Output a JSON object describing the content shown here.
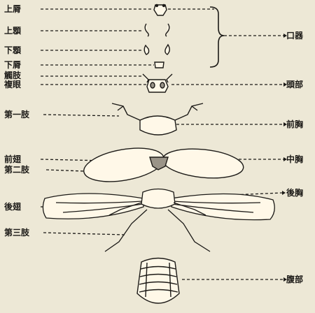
{
  "labels_left": {
    "upper_lip": "上脣",
    "upper_jaw": "上顋",
    "lower_jaw": "下顋",
    "lower_lip": "下脣",
    "antenna": "觸肢",
    "compound_eye": "複眼",
    "first_leg": "第一肢",
    "forewing": "前翅",
    "second_leg": "第二肢",
    "hindwing": "後翅",
    "third_leg": "第三肢"
  },
  "labels_right": {
    "mouthparts": "口器",
    "head": "頭部",
    "prothorax": "前胸",
    "mesothorax": "中胸",
    "metathorax": "後胸",
    "abdomen": "腹部"
  },
  "colors": {
    "background": "#ede8d6",
    "ink": "#1c1a17",
    "shade": "#9a9488"
  }
}
